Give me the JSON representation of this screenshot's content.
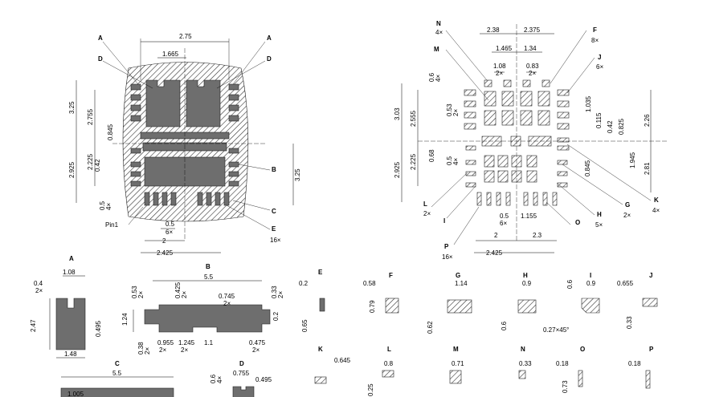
{
  "top_left": {
    "dims_top": [
      "2.75",
      "1.665"
    ],
    "dims_left": [
      "3.25",
      "2.755",
      "0.845",
      "2.225",
      "2.925",
      "0.42",
      "0.5",
      "4×"
    ],
    "dims_right": [
      "3.25"
    ],
    "dims_bottom": [
      "0.5",
      "6×",
      "2",
      "2.425"
    ],
    "callouts": [
      "A",
      "A",
      "D",
      "D",
      "B",
      "C",
      "E",
      "16×",
      "Pin1"
    ]
  },
  "top_right": {
    "dims_top": [
      "2.38",
      "2.375",
      "1.465",
      "1.34",
      "1.08",
      "2×",
      "0.83",
      "2×"
    ],
    "dims_left": [
      "0.6",
      "4×",
      "3.03",
      "2.555",
      "0.53",
      "2×",
      "2.225",
      "2.925",
      "0.68",
      "0.5",
      "4×"
    ],
    "dims_right": [
      "1.035",
      "0.115",
      "0.42",
      "0.825",
      "2.26",
      "1.945",
      "2.81",
      "0.845"
    ],
    "dims_bottom": [
      "0.5",
      "6×",
      "1.155",
      "2",
      "2.3",
      "2.425"
    ],
    "callouts": [
      "N",
      "4×",
      "M",
      "F",
      "8×",
      "J",
      "6×",
      "L",
      "2×",
      "I",
      "K",
      "4×",
      "G",
      "2×",
      "H",
      "5×",
      "O",
      "P",
      "16×"
    ]
  },
  "details": {
    "A": {
      "label": "A",
      "dims": [
        "0.4",
        "2×",
        "1.08",
        "2.47",
        "0.495",
        "1.48"
      ]
    },
    "B": {
      "label": "B",
      "dims": [
        "5.5",
        "0.53",
        "2×",
        "0.425",
        "2×",
        "0.33",
        "2×",
        "0.745",
        "2×",
        "1.24",
        "0.2",
        "0.38",
        "2×",
        "0.955",
        "2×",
        "1.245",
        "2×",
        "1.1",
        "0.475",
        "2×"
      ]
    },
    "E": {
      "label": "E",
      "dims": [
        "0.2",
        "0.65"
      ]
    },
    "F": {
      "label": "F",
      "dims": [
        "0.58",
        "0.79"
      ]
    },
    "G": {
      "label": "G",
      "dims": [
        "1.14",
        "0.62"
      ]
    },
    "H": {
      "label": "H",
      "dims": [
        "0.9",
        "0.6"
      ]
    },
    "I": {
      "label": "I",
      "dims": [
        "0.6",
        "0.9",
        "0.27×45°"
      ]
    },
    "J": {
      "label": "J",
      "dims": [
        "0.655",
        "0.33"
      ]
    },
    "C": {
      "label": "C",
      "dims": [
        "5.5",
        "1.005"
      ]
    },
    "D": {
      "label": "D",
      "dims": [
        "0.6",
        "4×",
        "0.755",
        "0.495"
      ]
    },
    "K": {
      "label": "K",
      "dims": [
        "0.645"
      ]
    },
    "L": {
      "label": "L",
      "dims": [
        "0.8",
        "0.25"
      ]
    },
    "M": {
      "label": "M",
      "dims": [
        "0.71"
      ]
    },
    "N": {
      "label": "N",
      "dims": [
        "0.33"
      ]
    },
    "O": {
      "label": "O",
      "dims": [
        "0.18",
        "0.73"
      ]
    },
    "P": {
      "label": "P",
      "dims": [
        "0.18"
      ]
    }
  }
}
